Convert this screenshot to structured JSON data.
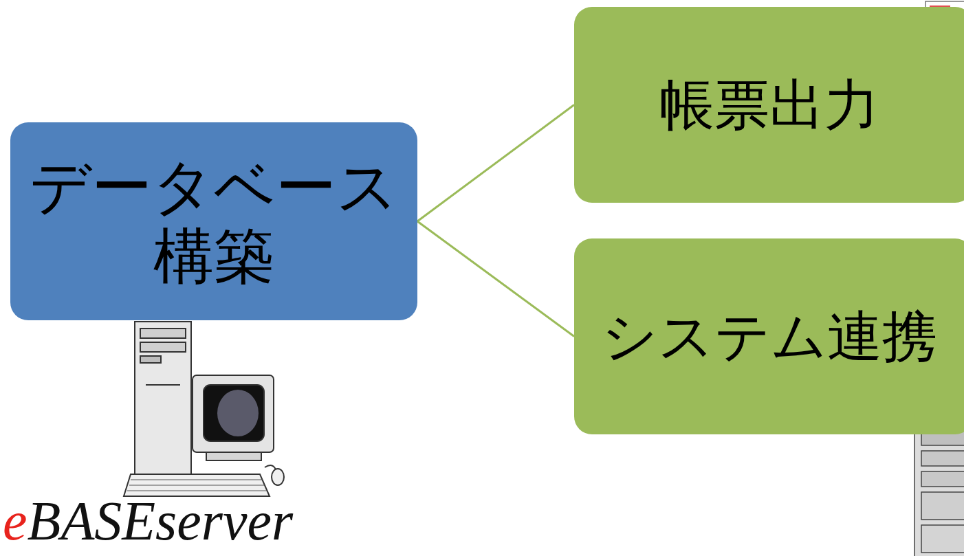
{
  "diagram": {
    "nodes": [
      {
        "text": [
          "データベース 構築"
        ]
      },
      {
        "text": [
          "帳票出力"
        ]
      },
      {
        "text": [
          "システム連携"
        ]
      }
    ],
    "edges": [
      {
        "from": 0,
        "to": 1,
        "arrow": "none"
      },
      {
        "from": 0,
        "to": 2,
        "arrow": "none"
      }
    ],
    "labels": [
      "eBASEserver"
    ]
  }
}
